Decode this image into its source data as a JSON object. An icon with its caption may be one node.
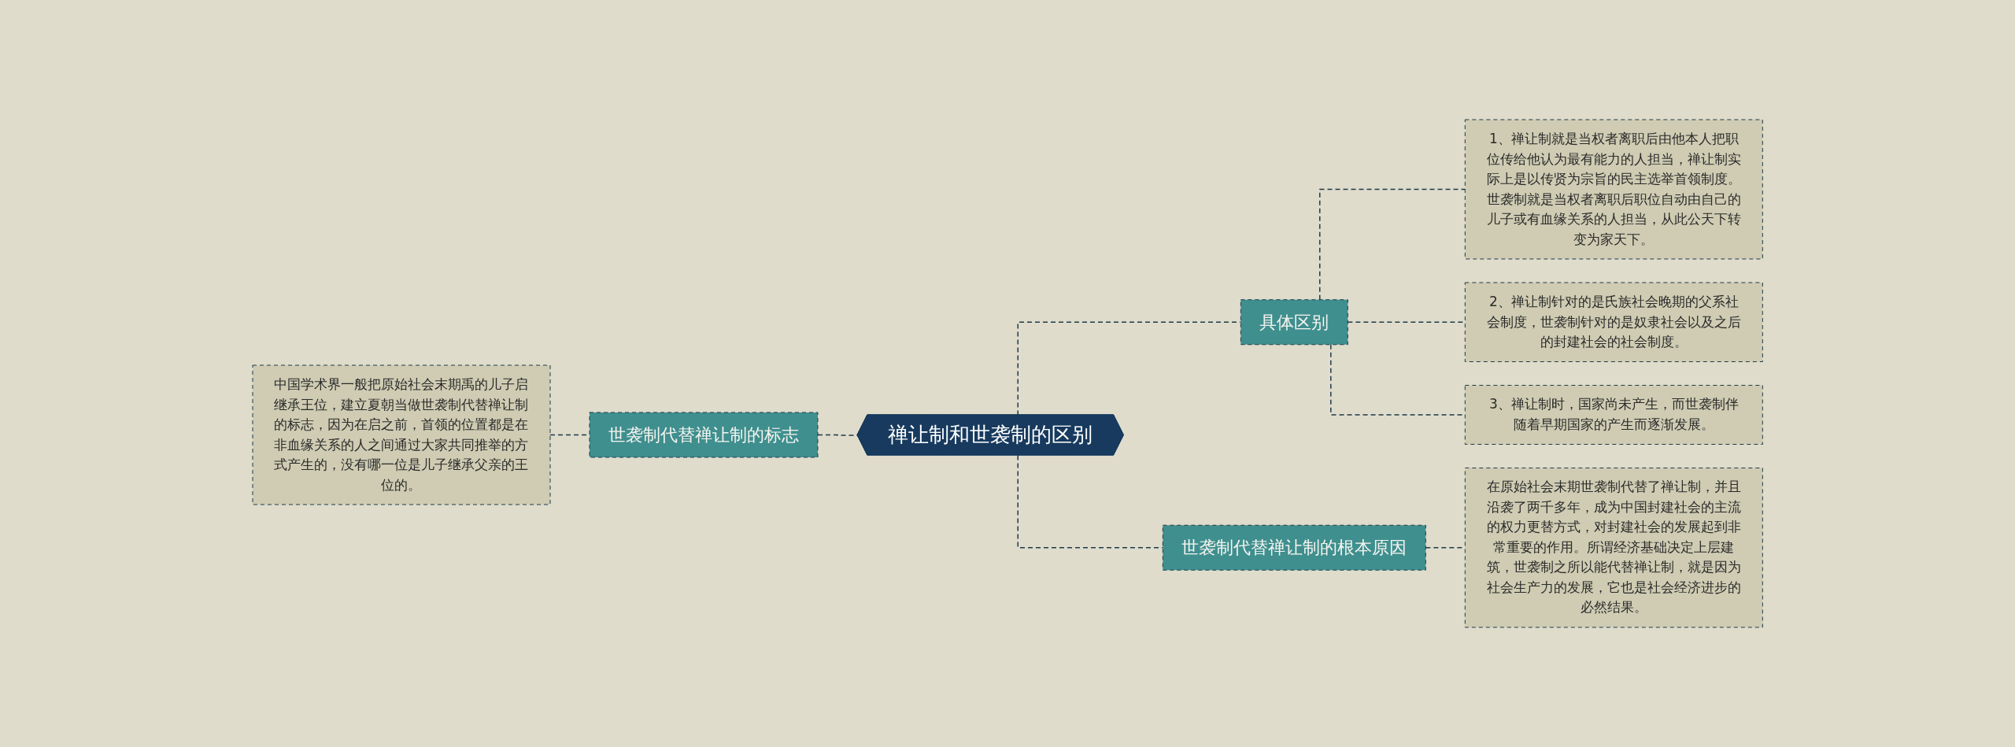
{
  "diagram": {
    "nodes": [
      {
        "text": [
          "禅让制和世袭制的区别"
        ]
      },
      {
        "text": [
          "具体区别"
        ]
      },
      {
        "text": [
          "1、禅让制就是当权者离职后由他本人把职位传给他认为最有能力的人担当，禅让制实际上是以传贤为宗旨的民主选举首领制度。世袭制就是当权者离职后职位自动由自己的儿子或有血缘关系的人担当，从此公天下转变为家天下。"
        ]
      },
      {
        "text": [
          "2、禅让制针对的是氏族社会晚期的父系社会制度，世袭制针对的是奴隶社会以及之后的封建社会的社会制度。"
        ]
      },
      {
        "text": [
          "3、禅让制时，国家尚未产生，而世袭制伴随着早期国家的产生而逐渐发展。"
        ]
      },
      {
        "text": [
          "世袭制代替禅让制的根本原因"
        ]
      },
      {
        "text": [
          "在原始社会末期世袭制代替了禅让制，并且沿袭了两千多年，成为中国封建社会的主流的权力更替方式，对封建社会的发展起到非常重要的作用。所谓经济基础决定上层建筑，世袭制之所以能代替禅让制，就是因为社会生产力的发展，它也是社会经济进步的必然结果。"
        ]
      },
      {
        "text": [
          "世袭制代替禅让制的标志"
        ]
      },
      {
        "text": [
          "中国学术界一般把原始社会末期禹的儿子启继承王位，建立夏朝当做世袭制代替禅让制的标志，因为在启之前，首领的位置都是在非血缘关系的人之间通过大家共同推举的方式产生的，没有哪一位是儿子继承父亲的王位的。"
        ]
      }
    ],
    "edges": [
      {
        "from": 8,
        "to": 7,
        "arrow": "none",
        "style": "dashed"
      },
      {
        "from": 7,
        "to": 0,
        "arrow": "none",
        "style": "dashed"
      },
      {
        "from": 0,
        "to": 1,
        "arrow": "none",
        "style": "dashed"
      },
      {
        "from": 1,
        "to": 2,
        "arrow": "none",
        "style": "dashed"
      },
      {
        "from": 1,
        "to": 3,
        "arrow": "none",
        "style": "dashed"
      },
      {
        "from": 1,
        "to": 4,
        "arrow": "none",
        "style": "dashed"
      },
      {
        "from": 0,
        "to": 5,
        "arrow": "none",
        "style": "dashed"
      },
      {
        "from": 5,
        "to": 6,
        "arrow": "none",
        "style": "dashed"
      }
    ]
  }
}
